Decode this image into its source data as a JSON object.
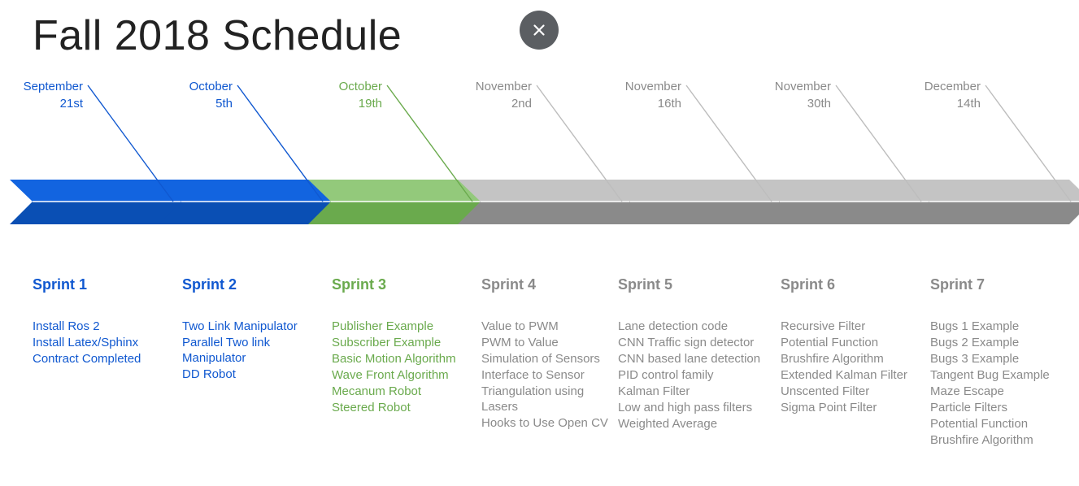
{
  "title": "Fall 2018 Schedule",
  "close_icon": "close-icon",
  "colors": {
    "blue": "#1058d0",
    "green": "#6aaa4d",
    "gray": "#8a8a8a",
    "title": "#222222",
    "close_button": "#5b5e62"
  },
  "sprints": [
    {
      "status": "blue",
      "date_line1": "September",
      "date_line2": "21st",
      "name": "Sprint 1",
      "items": [
        "Install Ros 2",
        "Install Latex/Sphinx",
        "Contract Completed"
      ]
    },
    {
      "status": "blue",
      "date_line1": "October",
      "date_line2": "5th",
      "name": "Sprint 2",
      "items": [
        "Two Link Manipulator",
        "Parallel Two link Manipulator",
        "DD Robot"
      ]
    },
    {
      "status": "green",
      "date_line1": "October",
      "date_line2": "19th",
      "name": "Sprint 3",
      "items": [
        "Publisher Example",
        "Subscriber Example",
        "Basic Motion Algorithm",
        "Wave Front Algorithm",
        "Mecanum Robot",
        "Steered Robot"
      ]
    },
    {
      "status": "gray",
      "date_line1": "November",
      "date_line2": "2nd",
      "name": "Sprint 4",
      "items": [
        "Value to PWM",
        "PWM to Value",
        "Simulation of Sensors",
        "Interface to Sensor",
        "Triangulation using Lasers",
        "Hooks to Use Open CV"
      ]
    },
    {
      "status": "gray",
      "date_line1": "November",
      "date_line2": "16th",
      "name": "Sprint 5",
      "items": [
        "Lane detection code",
        "CNN Traffic sign detector",
        "CNN based lane detection",
        "PID control family",
        "Kalman Filter",
        "Low and high pass filters",
        "Weighted Average"
      ]
    },
    {
      "status": "gray",
      "date_line1": "November",
      "date_line2": "30th",
      "name": "Sprint 6",
      "items": [
        "Recursive Filter",
        "Potential Function",
        "Brushfire Algorithm",
        "Extended Kalman Filter",
        "Unscented Filter",
        "Sigma Point Filter"
      ]
    },
    {
      "status": "gray",
      "date_line1": "December",
      "date_line2": "14th",
      "name": "Sprint 7",
      "items": [
        "Bugs 1 Example",
        "Bugs 2 Example",
        "Bugs 3 Example",
        "Tangent Bug Example",
        "Maze Escape",
        "Particle Filters",
        "Potential Function",
        "Brushfire Algorithm"
      ]
    }
  ]
}
